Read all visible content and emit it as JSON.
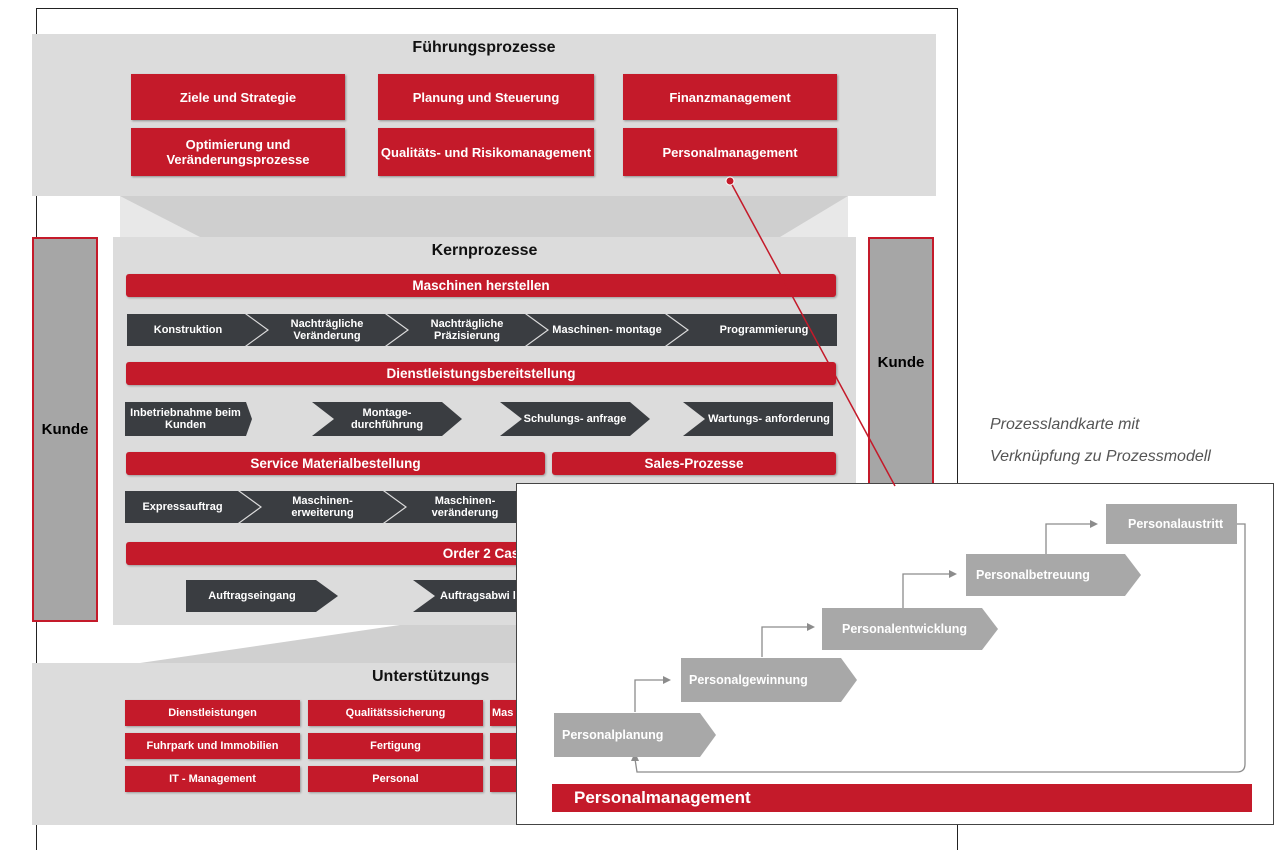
{
  "fuehrung": {
    "title": "Führungsprozesse",
    "boxes": [
      "Ziele und Strategie",
      "Planung und Steuerung",
      "Finanzmanagement",
      "Optimierung und Veränderungsprozesse",
      "Qualitäts- und Risikomanagement",
      "Personalmanagement"
    ]
  },
  "kern": {
    "title": "Kernprozesse",
    "kunde_left": "Kunde",
    "kunde_right": "Kunde",
    "maschinen": {
      "label": "Maschinen herstellen",
      "steps": [
        "Konstruktion",
        "Nachträgliche Veränderung",
        "Nachträgliche Präzisierung",
        "Maschinen- montage",
        "Programmierung"
      ]
    },
    "dienst": {
      "label": "Dienstleistungsbereitstellung",
      "steps": [
        "Inbetriebnahme beim Kunden",
        "Montage- durchführung",
        "Schulungs- anfrage",
        "Wartungs- anforderung"
      ]
    },
    "service": {
      "label": "Service Materialbestellung",
      "sales_label": "Sales-Prozesse",
      "steps": [
        "Expressauftrag",
        "Maschinen- erweiterung",
        "Maschinen- veränderung"
      ]
    },
    "order": {
      "label": "Order 2 Cas",
      "steps": [
        "Auftragseingang",
        "Auftragsabwi lung"
      ]
    }
  },
  "unterstuetzung": {
    "title": "Unterstützungs",
    "boxes": [
      "Dienstleistungen",
      "Qualitätssicherung",
      "Mas",
      "Fuhrpark und Immobilien",
      "Fertigung",
      "IT - Management",
      "Personal"
    ]
  },
  "caption": {
    "line1": "Prozesslandkarte mit",
    "line2": "Verknüpfung zu Prozessmodell"
  },
  "inset": {
    "steps": [
      "Personalplanung",
      "Personalgewinnung",
      "Personalentwicklung",
      "Personalbetreuung",
      "Personalaustritt"
    ],
    "footer": "Personalmanagement"
  },
  "colors": {
    "accent_red": "#c41a2a",
    "chevron_dark": "#3a3d41",
    "band_gray": "#dcdcdc",
    "step_gray": "#a8a8a8"
  }
}
